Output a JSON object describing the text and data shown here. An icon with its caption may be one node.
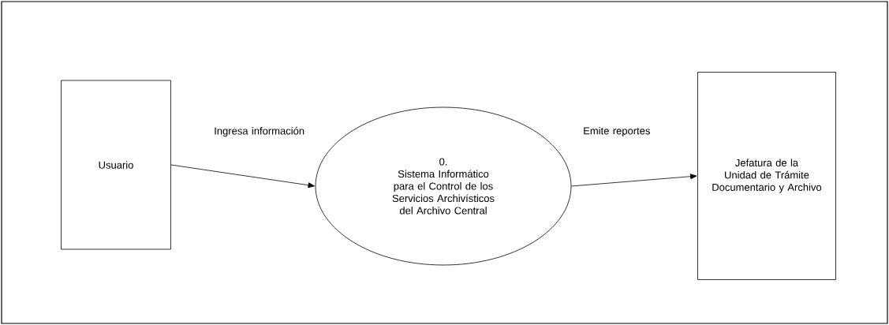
{
  "diagram": {
    "nodes": [
      {
        "text": [
          "Usuario"
        ]
      },
      {
        "text": [
          "0.",
          "Sistema Informático para el Control de los Servicios Archivísticos del Archivo Central"
        ]
      },
      {
        "text": [
          "Jefatura de la Unidad de Trámite Documentario y Archivo"
        ]
      }
    ],
    "edges": [
      {
        "from": 0,
        "to": 1,
        "arrow": "to",
        "label": "Ingresa información"
      },
      {
        "from": 1,
        "to": 2,
        "arrow": "to",
        "label": "Emite reportes"
      }
    ]
  }
}
